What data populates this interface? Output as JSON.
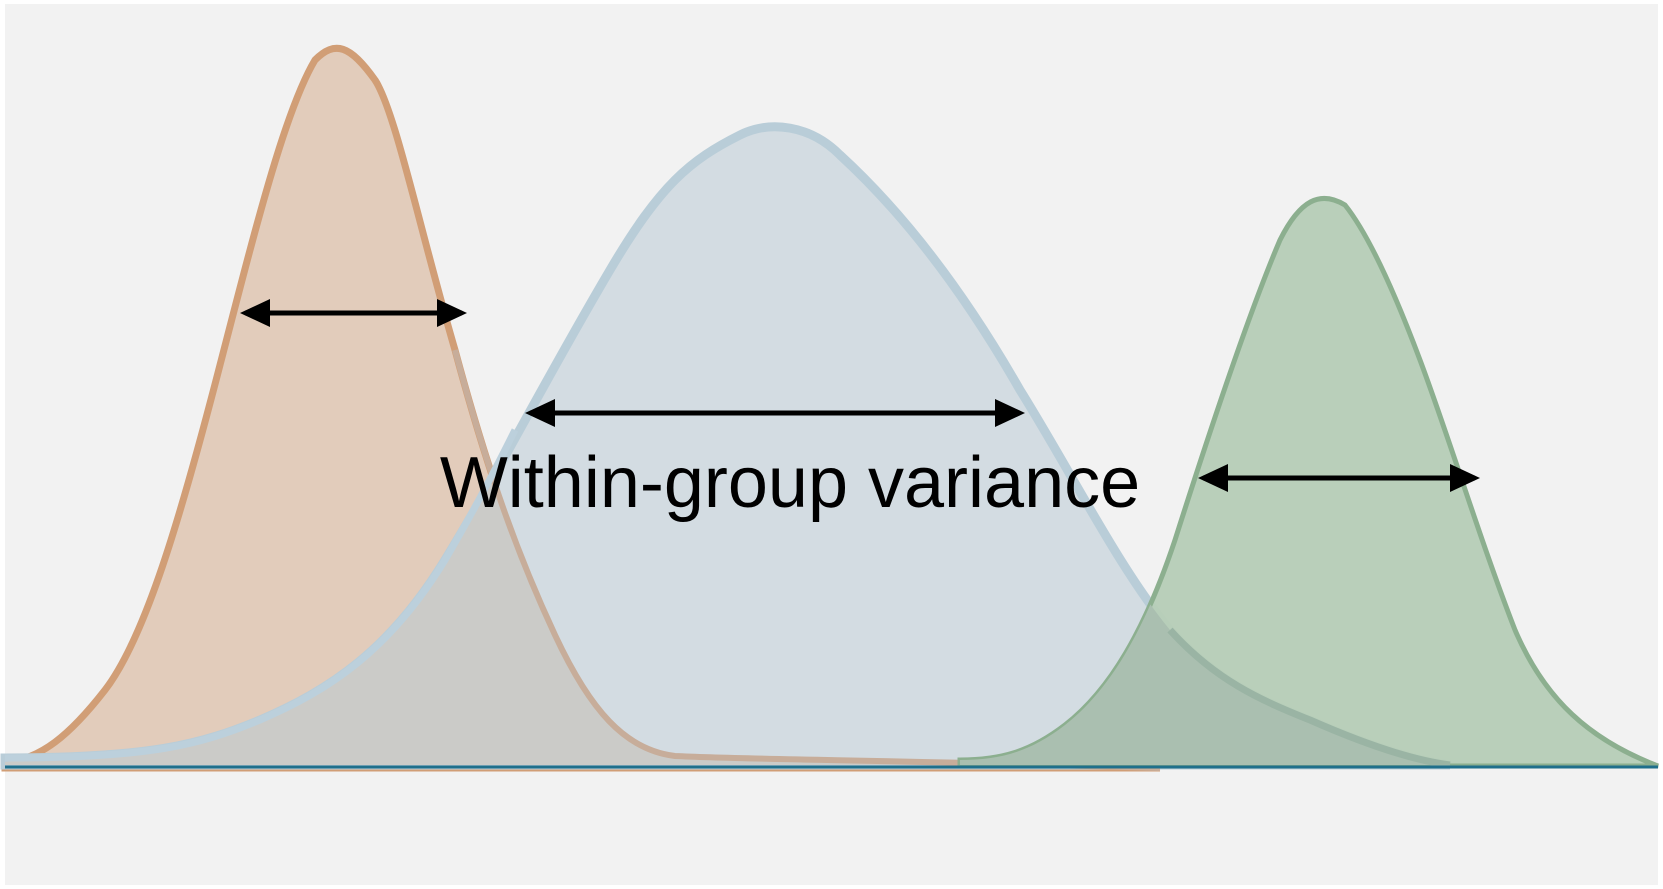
{
  "diagram": {
    "label": "Within-group variance",
    "colors": {
      "background": "#f2f2f2",
      "orange_fill": "#e2ccbb",
      "orange_stroke": "#d19e76",
      "blue_fill": "#d3dce2",
      "blue_stroke": "#b9cdd8",
      "green_fill": "#b7cdb8",
      "green_stroke": "#8caf8f",
      "overlap_orange_blue": "#cbcbc8",
      "overlap_blue_green": "#aabfb0",
      "baseline": "#1f6f8b",
      "arrow": "#000000"
    },
    "distributions": [
      {
        "name": "orange-distribution"
      },
      {
        "name": "blue-distribution"
      },
      {
        "name": "green-distribution"
      }
    ]
  }
}
